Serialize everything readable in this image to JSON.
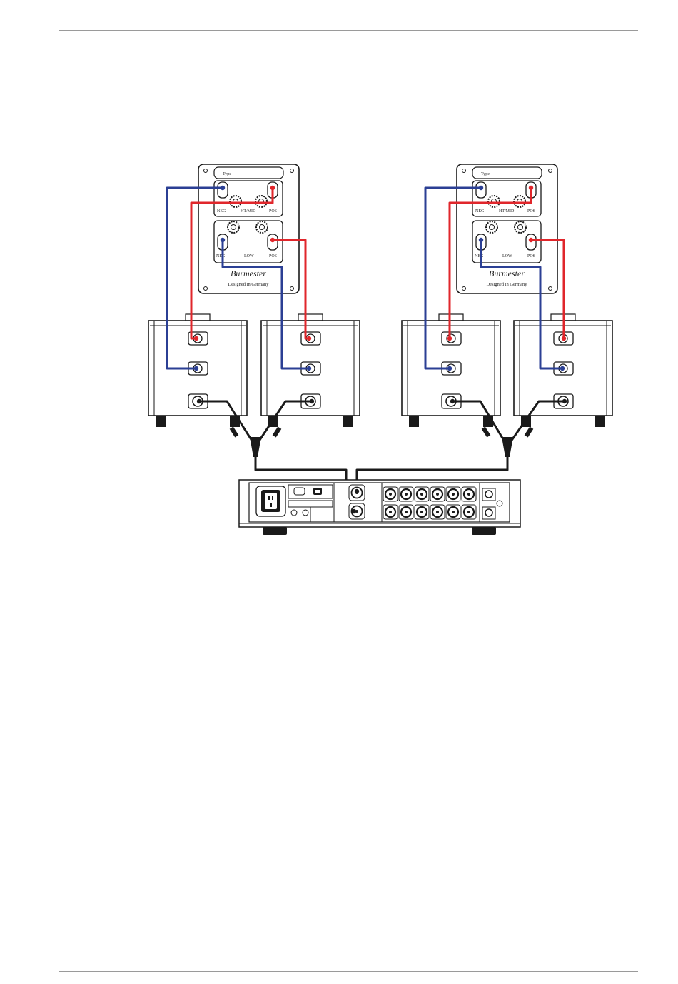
{
  "speaker_panels": [
    {
      "type_label": "Type",
      "upper_section": {
        "left": "NEG",
        "center": "HT/MID",
        "right": "POS"
      },
      "lower_section": {
        "left": "NEG",
        "center": "LOW",
        "right": "POS"
      },
      "brand": "Burmester",
      "made_in": "Designed in Germany"
    },
    {
      "type_label": "Type",
      "upper_section": {
        "left": "NEG",
        "center": "HT/MID",
        "right": "POS"
      },
      "lower_section": {
        "left": "NEG",
        "center": "LOW",
        "right": "POS"
      },
      "brand": "Burmester",
      "made_in": "Designed in Germany"
    }
  ],
  "colors": {
    "positive_cable": "#e0262b",
    "negative_cable": "#2b3f94",
    "signal_cable": "#1a1a1a",
    "outline": "#1a1a1a"
  },
  "amplifier_count": 4,
  "preamplifier": {
    "xlr_inputs": 12
  }
}
